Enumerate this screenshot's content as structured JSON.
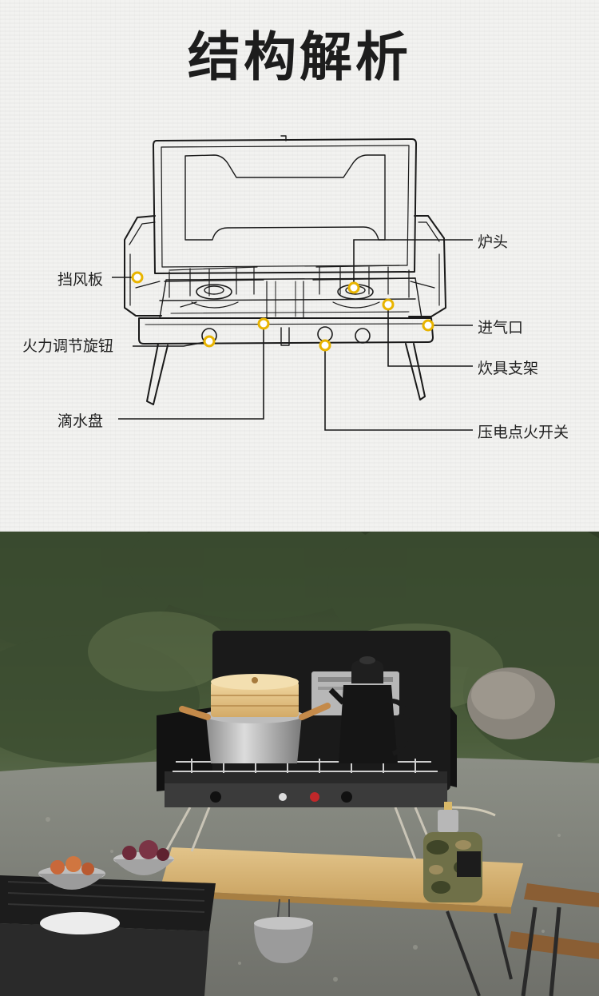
{
  "title": "结构解析",
  "callouts": {
    "burner_head": "炉头",
    "windshield": "挡风板",
    "air_inlet": "进气口",
    "heat_knob": "火力调节旋钮",
    "pot_stand": "炊具支架",
    "drip_tray": "滴水盘",
    "igniter_switch": "压电点火开关"
  },
  "colors": {
    "accent_dot": "#e8b400",
    "line": "#1a1a1a"
  },
  "photo": {
    "scene": "camping-stove-in-forest"
  }
}
